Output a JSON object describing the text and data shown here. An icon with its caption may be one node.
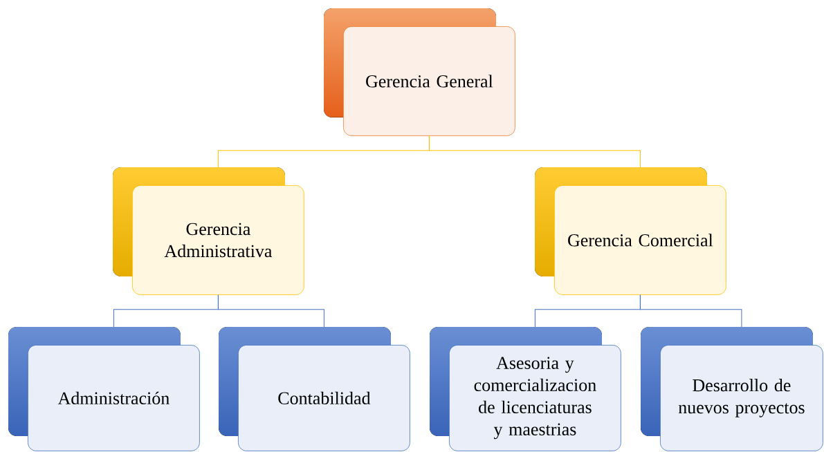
{
  "diagram": {
    "nodes": [
      {
        "text": [
          "Gerencia General"
        ]
      },
      {
        "text": [
          "Gerencia Administrativa"
        ]
      },
      {
        "text": [
          "Gerencia Comercial"
        ]
      },
      {
        "text": [
          "Administración"
        ]
      },
      {
        "text": [
          "Contabilidad"
        ]
      },
      {
        "text": [
          "Asesoria y comercializacion de licenciaturas y maestrias"
        ]
      },
      {
        "text": [
          "Desarrollo de nuevos proyectos"
        ]
      }
    ],
    "edges": [
      {
        "from": 0,
        "to": 1,
        "arrow": "none",
        "color": "#ffc000"
      },
      {
        "from": 0,
        "to": 2,
        "arrow": "none",
        "color": "#ffc000"
      },
      {
        "from": 1,
        "to": 3,
        "arrow": "none"
      },
      {
        "from": 1,
        "to": 4,
        "arrow": "none"
      },
      {
        "from": 2,
        "to": 5,
        "arrow": "none"
      },
      {
        "from": 2,
        "to": 6,
        "arrow": "none"
      }
    ]
  }
}
